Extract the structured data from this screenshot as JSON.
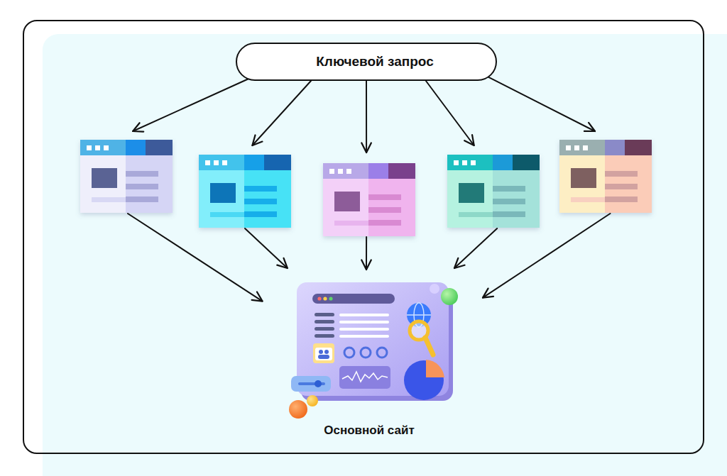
{
  "diagram": {
    "nodes": [
      {
        "text": [
          "Ключевой запрос"
        ]
      },
      {
        "text": []
      },
      {
        "text": []
      },
      {
        "text": []
      },
      {
        "text": []
      },
      {
        "text": []
      },
      {
        "text": [
          "Основной сайт"
        ]
      }
    ],
    "edges": [
      {
        "from": 0,
        "to": 1,
        "arrow": "to"
      },
      {
        "from": 0,
        "to": 2,
        "arrow": "to"
      },
      {
        "from": 0,
        "to": 3,
        "arrow": "to"
      },
      {
        "from": 0,
        "to": 4,
        "arrow": "to"
      },
      {
        "from": 0,
        "to": 5,
        "arrow": "to"
      },
      {
        "from": 1,
        "to": 6,
        "arrow": "to"
      },
      {
        "from": 2,
        "to": 6,
        "arrow": "to"
      },
      {
        "from": 3,
        "to": 6,
        "arrow": "to"
      },
      {
        "from": 4,
        "to": 6,
        "arrow": "to"
      },
      {
        "from": 5,
        "to": 6,
        "arrow": "to"
      }
    ]
  }
}
